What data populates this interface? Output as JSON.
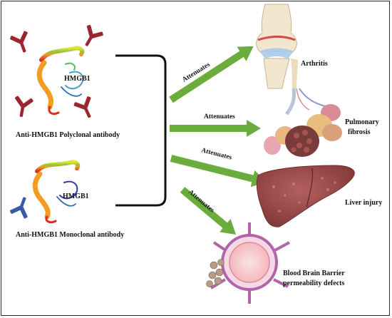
{
  "proteins": [
    {
      "label": "HMGB1",
      "antibody_label": "Anti-HMGB1 Polyclonal antibody"
    },
    {
      "label": "HMGB1",
      "antibody_label": "Anti-HMGB1 Monoclonal antibody"
    }
  ],
  "arrow_label": "Attenuates",
  "outcomes": [
    {
      "lines": [
        "Arthritis"
      ]
    },
    {
      "lines": [
        "Pulmonary",
        "fibrosis"
      ]
    },
    {
      "lines": [
        "Liver injury"
      ]
    },
    {
      "lines": [
        "Blood Brain Barrier",
        "permeability defects"
      ]
    }
  ],
  "colors": {
    "polyclonal_antibody": "#9b2630",
    "monoclonal_antibody": "#3a5aa8",
    "arrow": "#6aad3c",
    "bracket": "#111111",
    "liver": "#9d4a4a",
    "lung": "#d9a07a",
    "vessel": "#b065a8"
  },
  "icons": [
    "y-antibody-icon",
    "protein-ribbon-icon",
    "knee-joint-icon",
    "lung-alveoli-icon",
    "liver-icon",
    "blood-vessel-icon"
  ]
}
